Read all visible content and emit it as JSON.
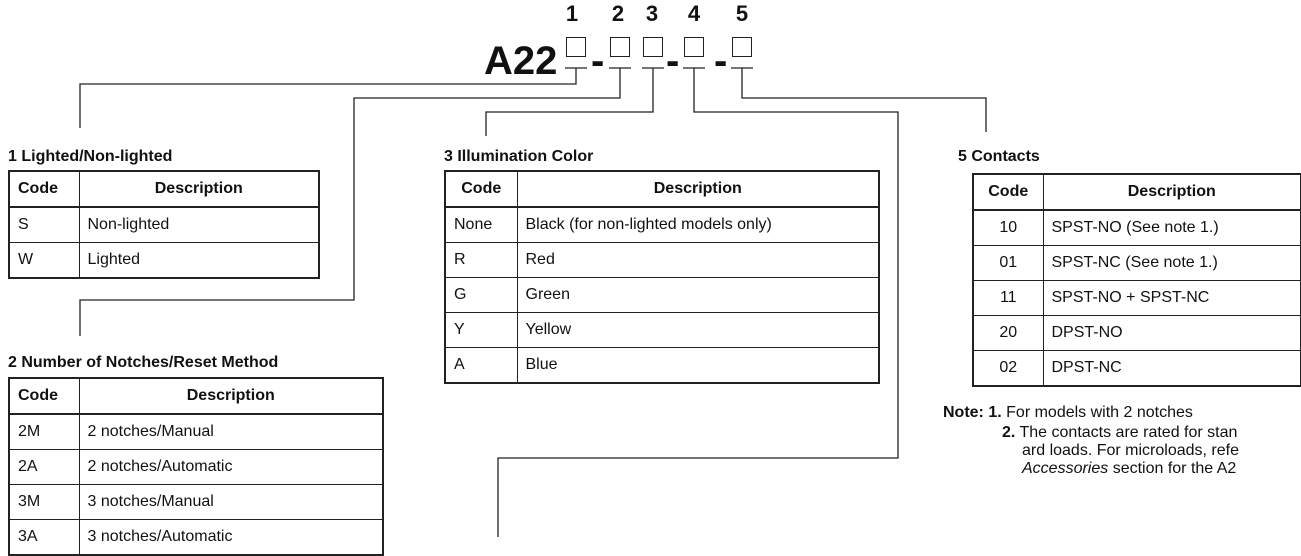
{
  "model": {
    "prefix": "A22",
    "positions": [
      "1",
      "2",
      "3",
      "4",
      "5"
    ],
    "separator": "-"
  },
  "sections": {
    "lighted": {
      "title": "1 Lighted/Non-lighted",
      "headers": {
        "code": "Code",
        "description": "Description"
      },
      "rows": [
        {
          "code": "S",
          "description": "Non-lighted"
        },
        {
          "code": "W",
          "description": "Lighted"
        }
      ]
    },
    "notches": {
      "title": "2 Number of Notches/Reset Method",
      "headers": {
        "code": "Code",
        "description": "Description"
      },
      "rows": [
        {
          "code": "2M",
          "description": "2 notches/Manual"
        },
        {
          "code": "2A",
          "description": "2 notches/Automatic"
        },
        {
          "code": "3M",
          "description": "3 notches/Manual"
        },
        {
          "code": "3A",
          "description": "3 notches/Automatic"
        }
      ]
    },
    "color": {
      "title": "3 Illumination Color",
      "headers": {
        "code": "Code",
        "description": "Description"
      },
      "rows": [
        {
          "code": "None",
          "description": "Black (for non-lighted models only)"
        },
        {
          "code": "R",
          "description": "Red"
        },
        {
          "code": "G",
          "description": "Green"
        },
        {
          "code": "Y",
          "description": "Yellow"
        },
        {
          "code": "A",
          "description": "Blue"
        }
      ]
    },
    "contacts": {
      "title": "5 Contacts",
      "headers": {
        "code": "Code",
        "description": "Description"
      },
      "rows": [
        {
          "code": "10",
          "description": "SPST-NO (See note 1.)"
        },
        {
          "code": "01",
          "description": "SPST-NC (See note 1.)"
        },
        {
          "code": "11",
          "description": "SPST-NO + SPST-NC"
        },
        {
          "code": "20",
          "description": "DPST-NO"
        },
        {
          "code": "02",
          "description": "DPST-NC"
        }
      ]
    }
  },
  "notes": {
    "label": "Note:",
    "n1_num": "1.",
    "n1_text": "For models with 2 notches",
    "n2_num": "2.",
    "n2_line1": "The contacts are rated for stan",
    "n2_line2": "ard loads. For microloads, refe",
    "n2_line3_italic": "Accessories",
    "n2_line3_rest": " section for the A2"
  }
}
